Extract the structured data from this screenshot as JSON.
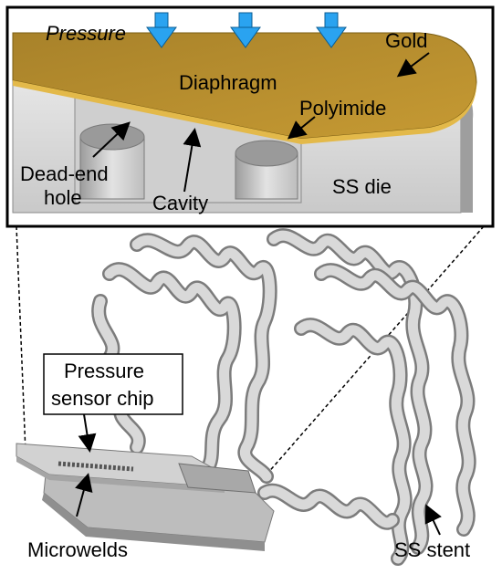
{
  "inset": {
    "pressure_label": "Pressure",
    "labels": {
      "gold": "Gold",
      "diaphragm": "Diaphragm",
      "polyimide": "Polyimide",
      "dead_end_line1": "Dead-end",
      "dead_end_line2": "hole",
      "cavity": "Cavity",
      "ss_die": "SS die"
    }
  },
  "main": {
    "labels": {
      "sensor_line1": "Pressure",
      "sensor_line2": "sensor chip",
      "microwelds": "Microwelds",
      "ss_stent": "SS stent"
    }
  },
  "colors": {
    "gold": "#b38a2b",
    "polyimide": "#2f9e3a",
    "steel": "#d6d6d6",
    "steel_dark": "#a6a6a6",
    "arrow": "#2aa3f0"
  }
}
